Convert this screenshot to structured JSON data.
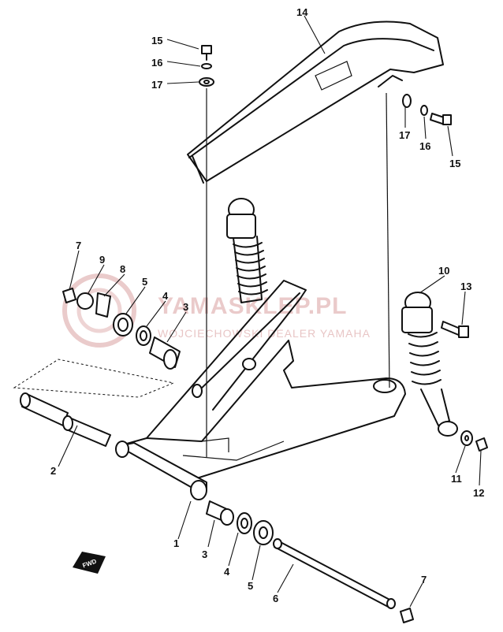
{
  "watermark": {
    "brand": "YAMASKLEP.PL",
    "subtitle": "WOJCIECHOWSKI DEALER YAMAHA",
    "color": "#d9a0a0"
  },
  "fwd_label": "FWD",
  "callouts": [
    {
      "id": "14a",
      "text": "14"
    },
    {
      "id": "15a",
      "text": "15"
    },
    {
      "id": "16a",
      "text": "16"
    },
    {
      "id": "17a",
      "text": "17"
    },
    {
      "id": "17b",
      "text": "17"
    },
    {
      "id": "16b",
      "text": "16"
    },
    {
      "id": "15b",
      "text": "15"
    },
    {
      "id": "7a",
      "text": "7"
    },
    {
      "id": "9",
      "text": "9"
    },
    {
      "id": "8",
      "text": "8"
    },
    {
      "id": "5a",
      "text": "5"
    },
    {
      "id": "4a",
      "text": "4"
    },
    {
      "id": "3a",
      "text": "3"
    },
    {
      "id": "10",
      "text": "10"
    },
    {
      "id": "13",
      "text": "13"
    },
    {
      "id": "2",
      "text": "2"
    },
    {
      "id": "11",
      "text": "11"
    },
    {
      "id": "12",
      "text": "12"
    },
    {
      "id": "1",
      "text": "1"
    },
    {
      "id": "3b",
      "text": "3"
    },
    {
      "id": "4b",
      "text": "4"
    },
    {
      "id": "5b",
      "text": "5"
    },
    {
      "id": "6",
      "text": "6"
    },
    {
      "id": "7b",
      "text": "7"
    }
  ]
}
